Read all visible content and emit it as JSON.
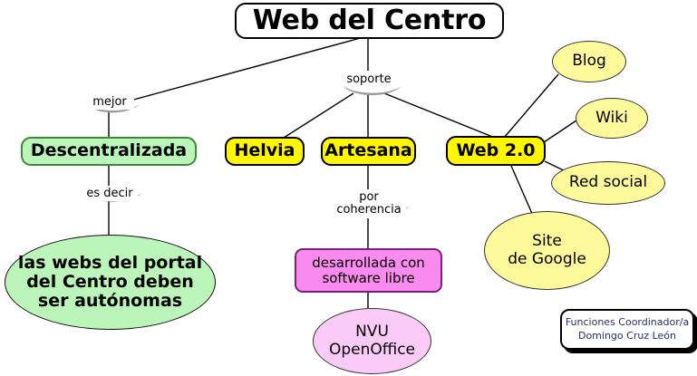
{
  "diagram": {
    "title": "Web del Centro",
    "nodes": {
      "root": "Web del Centro",
      "descentralizada": "Descentralizada",
      "autonomas": "las webs del portal\ndel Centro deben\nser autónomas",
      "helvia": "Helvia",
      "artesana": "Artesana",
      "web20": "Web 2.0",
      "software_libre": "desarrollada con\nsoftware libre",
      "nvu": "NVU\nOpenOffice",
      "blog": "Blog",
      "wiki": "Wiki",
      "red_social": "Red social",
      "site_google": "Site\nde Google"
    },
    "link_labels": {
      "mejor": "mejor",
      "soporte": "soporte",
      "es_decir": "es decir",
      "por_coherencia": "por\ncoherencia"
    },
    "legend": {
      "line1": "Funciones Coordinador/a",
      "line2": "Domingo Cruz León"
    },
    "colors": {
      "yellow_box": "#fff600",
      "yellow_ellipse": "#fdfa9b",
      "green": "#bcf5b9",
      "green_border": "#3a8a36",
      "magenta": "#f98bee",
      "magenta_border": "#7a1f7a",
      "pink_ellipse": "#fbcbf8",
      "edge": "#000000",
      "arc": "#9a9a9a",
      "legend_text": "#2b2b70"
    }
  }
}
